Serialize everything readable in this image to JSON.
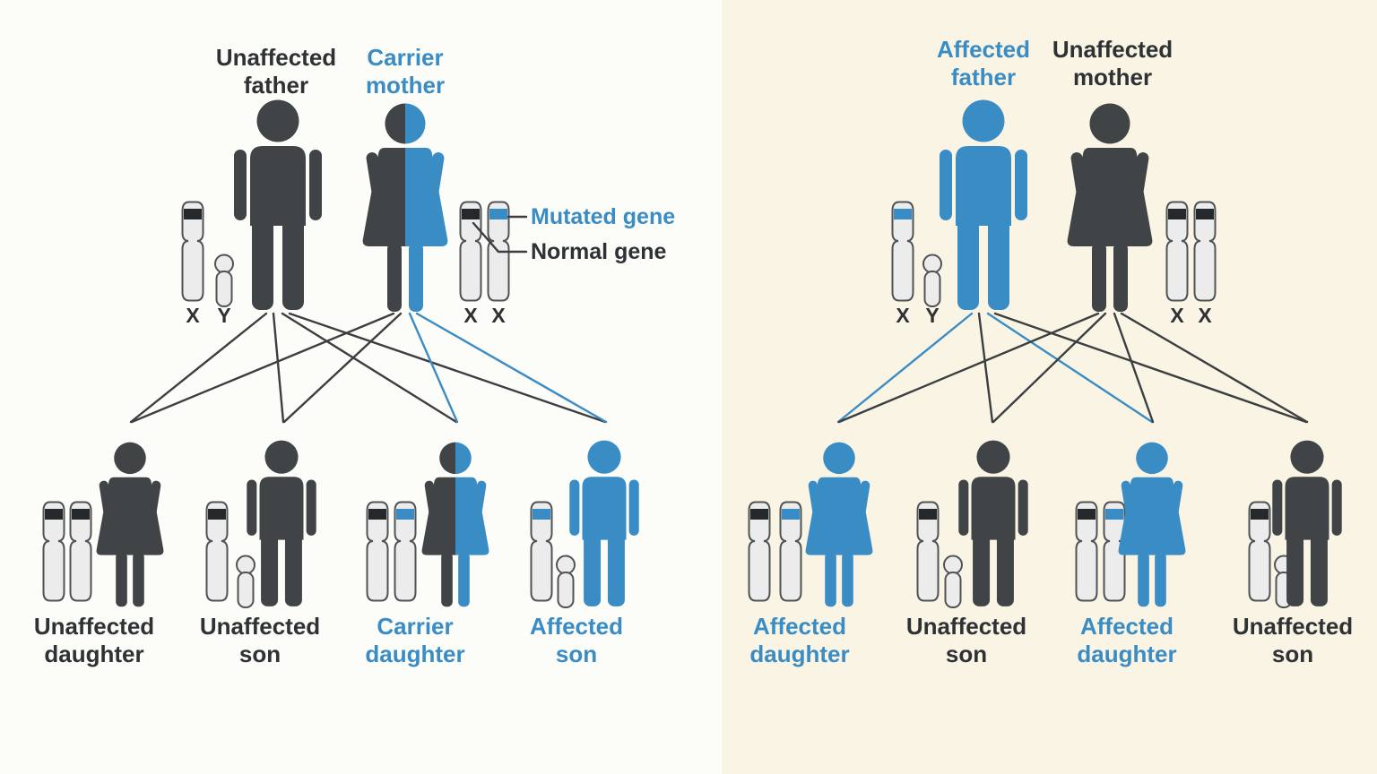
{
  "colors": {
    "affected_blue": "#3a8cc5",
    "unaffected_dark": "#404447",
    "text_dark": "#2e3235",
    "text_blue": "#3a8cc5",
    "chromosome_fill": "#ececec",
    "chromosome_outline": "#505356",
    "mutated_band": "#3a8cc5",
    "normal_band": "#26292c",
    "left_background": "#fcfcf8",
    "right_background": "#faf4e4"
  },
  "legend": {
    "mutated_label": "Mutated gene",
    "normal_label": "Normal gene"
  },
  "left_panel": {
    "father": {
      "line1": "Unaffected",
      "line2": "father",
      "status": "unaffected",
      "sex": "male",
      "x_bands": [
        "normal"
      ]
    },
    "mother": {
      "line1": "Carrier",
      "line2": "mother",
      "status": "carrier",
      "sex": "female",
      "x_bands": [
        "normal",
        "mutated"
      ]
    },
    "father_chr": [
      "X",
      "Y"
    ],
    "mother_chr": [
      "X",
      "X"
    ],
    "children": [
      {
        "line1": "Unaffected",
        "line2": "daughter",
        "status": "unaffected",
        "sex": "female",
        "x_bands": [
          "normal",
          "normal"
        ]
      },
      {
        "line1": "Unaffected",
        "line2": "son",
        "status": "unaffected",
        "sex": "male",
        "x_bands": [
          "normal"
        ]
      },
      {
        "line1": "Carrier",
        "line2": "daughter",
        "status": "carrier",
        "sex": "female",
        "x_bands": [
          "normal",
          "mutated"
        ]
      },
      {
        "line1": "Affected",
        "line2": "son",
        "status": "affected",
        "sex": "male",
        "x_bands": [
          "mutated"
        ]
      }
    ]
  },
  "right_panel": {
    "father": {
      "line1": "Affected",
      "line2": "father",
      "status": "affected",
      "sex": "male",
      "x_bands": [
        "mutated"
      ]
    },
    "mother": {
      "line1": "Unaffected",
      "line2": "mother",
      "status": "unaffected",
      "sex": "female",
      "x_bands": [
        "normal",
        "normal"
      ]
    },
    "father_chr": [
      "X",
      "Y"
    ],
    "mother_chr": [
      "X",
      "X"
    ],
    "children": [
      {
        "line1": "Affected",
        "line2": "daughter",
        "status": "affected",
        "sex": "female",
        "x_bands": [
          "normal",
          "mutated"
        ]
      },
      {
        "line1": "Unaffected",
        "line2": "son",
        "status": "unaffected",
        "sex": "male",
        "x_bands": [
          "normal"
        ]
      },
      {
        "line1": "Affected",
        "line2": "daughter",
        "status": "affected",
        "sex": "female",
        "x_bands": [
          "normal",
          "mutated"
        ]
      },
      {
        "line1": "Unaffected",
        "line2": "son",
        "status": "unaffected",
        "sex": "male",
        "x_bands": [
          "normal"
        ]
      }
    ]
  }
}
